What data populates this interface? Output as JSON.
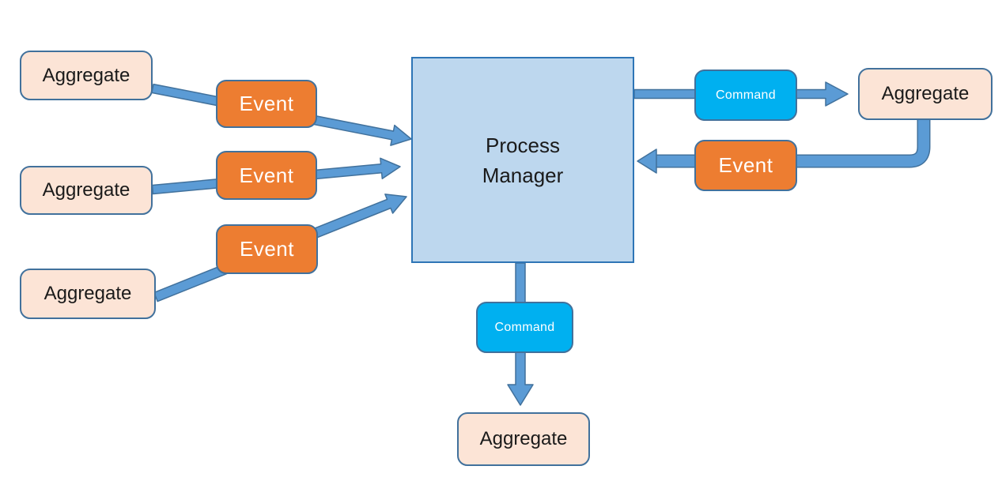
{
  "diagram": {
    "nodes": [
      {
        "id": "aggregate-left-1",
        "kind": "aggregate",
        "label": "Aggregate"
      },
      {
        "id": "aggregate-left-2",
        "kind": "aggregate",
        "label": "Aggregate"
      },
      {
        "id": "aggregate-left-3",
        "kind": "aggregate",
        "label": "Aggregate"
      },
      {
        "id": "event-left-1",
        "kind": "event",
        "label": "Event"
      },
      {
        "id": "event-left-2",
        "kind": "event",
        "label": "Event"
      },
      {
        "id": "event-left-3",
        "kind": "event",
        "label": "Event"
      },
      {
        "id": "process-manager",
        "kind": "process-manager",
        "label": "Process Manager"
      },
      {
        "id": "command-right",
        "kind": "command",
        "label": "Command"
      },
      {
        "id": "aggregate-right",
        "kind": "aggregate",
        "label": "Aggregate"
      },
      {
        "id": "event-right",
        "kind": "event",
        "label": "Event"
      },
      {
        "id": "command-bottom",
        "kind": "command",
        "label": "Command"
      },
      {
        "id": "aggregate-bottom",
        "kind": "aggregate",
        "label": "Aggregate"
      }
    ],
    "edges": [
      {
        "from": "aggregate-left-1",
        "via": "event-left-1",
        "to": "process-manager"
      },
      {
        "from": "aggregate-left-2",
        "via": "event-left-2",
        "to": "process-manager"
      },
      {
        "from": "aggregate-left-3",
        "via": "event-left-3",
        "to": "process-manager"
      },
      {
        "from": "process-manager",
        "via": "command-right",
        "to": "aggregate-right"
      },
      {
        "from": "aggregate-right",
        "via": "event-right",
        "to": "process-manager"
      },
      {
        "from": "process-manager",
        "via": "command-bottom",
        "to": "aggregate-bottom"
      }
    ]
  },
  "colors": {
    "background": "#ffffff",
    "aggregate_fill": "#fce4d6",
    "event_fill": "#ed7d31",
    "command_fill": "#00b0f0",
    "pm_fill": "#bdd7ee",
    "pm_border": "#2e75b6",
    "box_border": "#41719c",
    "arrow_fill": "#5b9bd5",
    "arrow_outline": "#41719c",
    "text_dark": "#1a1a1a",
    "text_light": "#ffffff"
  }
}
